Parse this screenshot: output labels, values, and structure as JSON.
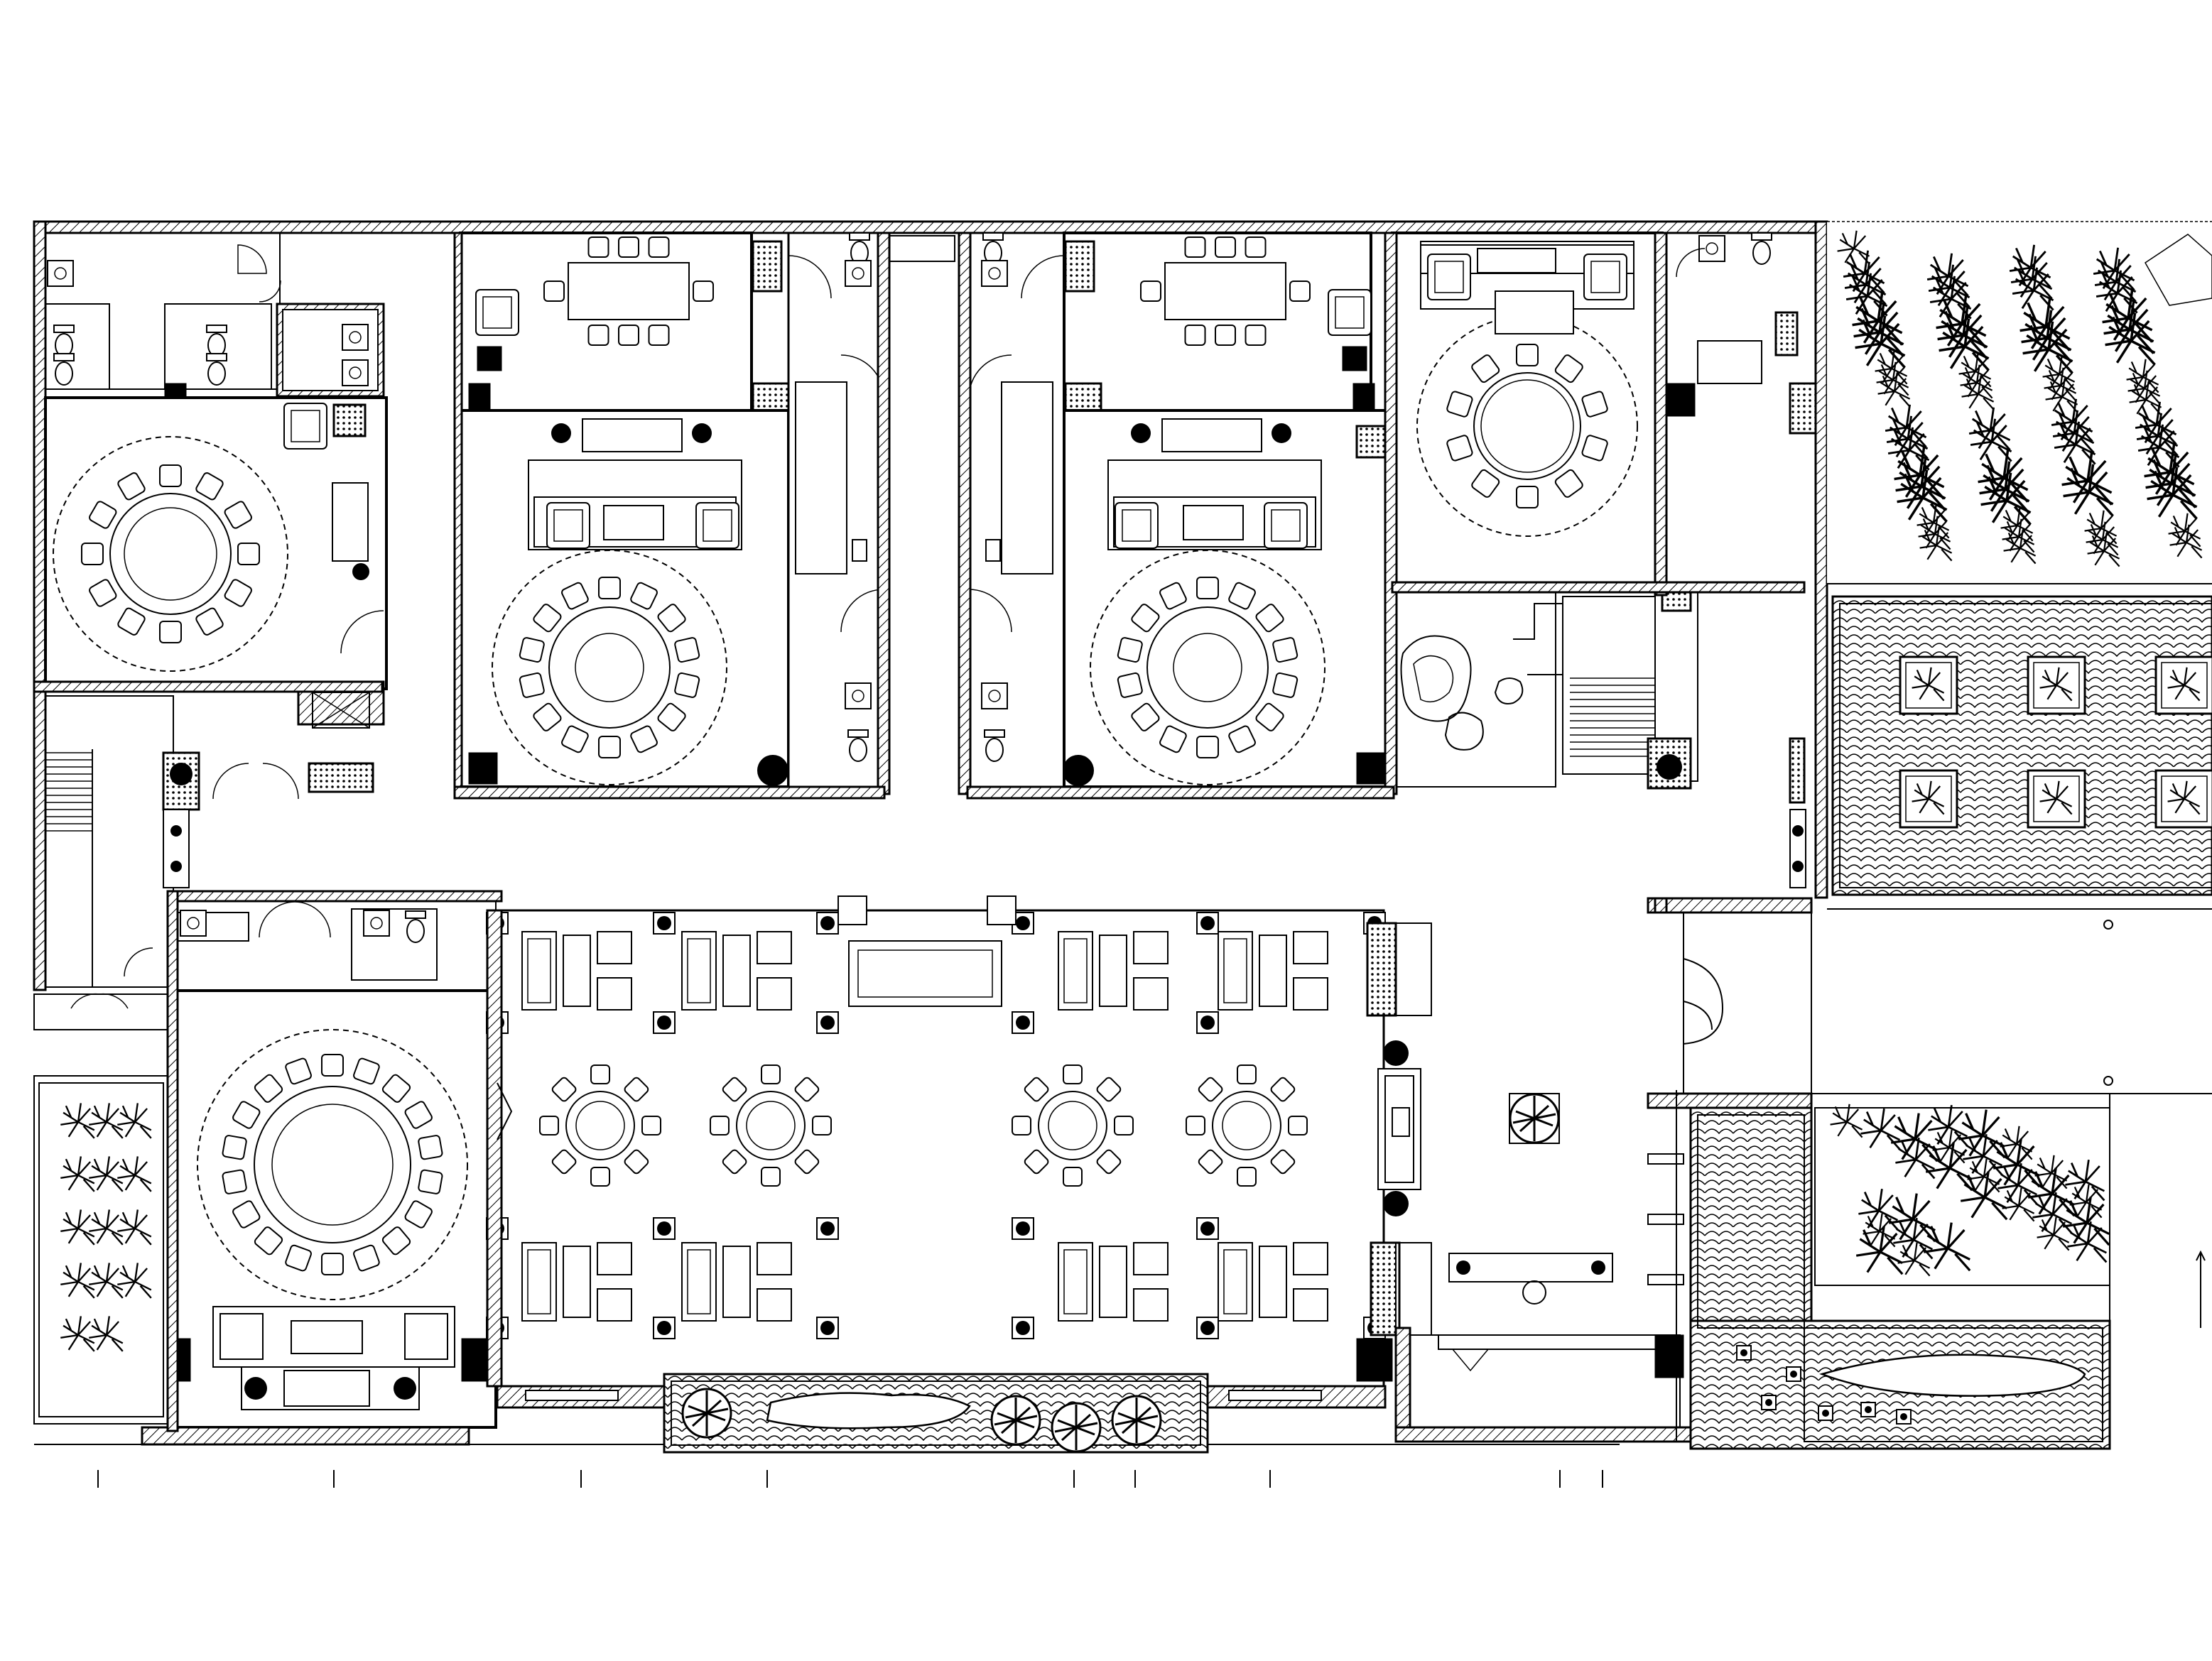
{
  "drawing": {
    "kind": "restaurant floor plan",
    "colors": {
      "line": "#000000",
      "background": "#ffffff"
    },
    "private_rooms": [
      {
        "id": "room-a",
        "round_table_seats": 12,
        "has_sofa_set": true,
        "has_washroom": true
      },
      {
        "id": "room-b",
        "round_table_seats": 14,
        "has_sofa_set": true,
        "has_washroom": true
      },
      {
        "id": "room-c",
        "round_table_seats": 14,
        "has_sofa_set": true,
        "has_washroom": true
      },
      {
        "id": "room-d",
        "round_table_seats": 10,
        "has_sofa_set": true,
        "has_washroom": true
      },
      {
        "id": "room-e",
        "round_table_seats": 18,
        "has_sofa_set": true,
        "has_washroom": true
      }
    ],
    "side_rooms": [
      {
        "id": "side-room-b",
        "rect_table_seats": 8
      },
      {
        "id": "side-room-c",
        "rect_table_seats": 8
      }
    ],
    "main_hall": {
      "round_tables": 4,
      "round_table_seats": 8,
      "booths": 8
    },
    "toilet_cubicles": 4,
    "staircases": 2,
    "landscape": [
      "bamboo-garden",
      "paved-court",
      "planter",
      "rock-garden"
    ]
  }
}
